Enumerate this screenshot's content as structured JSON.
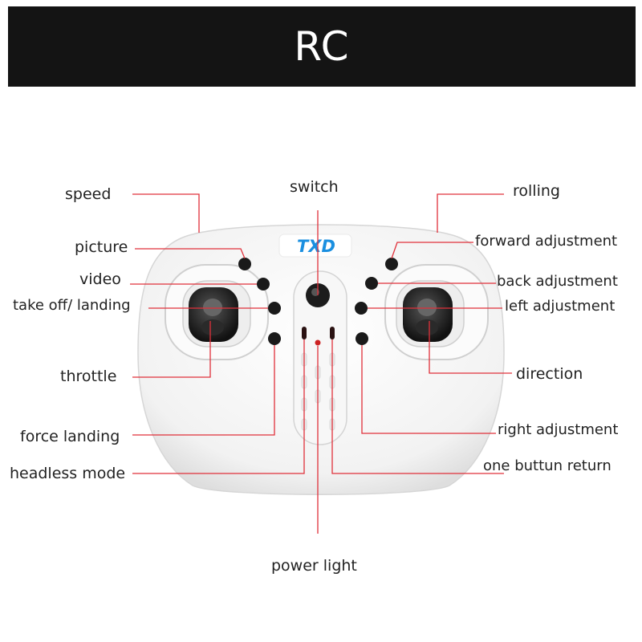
{
  "banner": {
    "title": "RC"
  },
  "controller": {
    "logo": "TXD"
  },
  "labels": {
    "speed": "speed",
    "switch": "switch",
    "rolling": "rolling",
    "picture": "picture",
    "forward_adjustment": "forward adjustment",
    "video": "video",
    "back_adjustment": "back adjustment",
    "take_off_landing": "take off/ landing",
    "left_adjustment": "left adjustment",
    "throttle": "throttle",
    "direction": "direction",
    "force_landing": "force landing",
    "right_adjustment": "right adjustment",
    "headless_mode": "headless mode",
    "one_button_return": "one buttun return",
    "power_light": "power light"
  },
  "colors": {
    "banner_bg": "#141414",
    "leader_line": "#e0303a",
    "controller_body": "#f4f4f4",
    "logo": "#1a8fe0"
  }
}
